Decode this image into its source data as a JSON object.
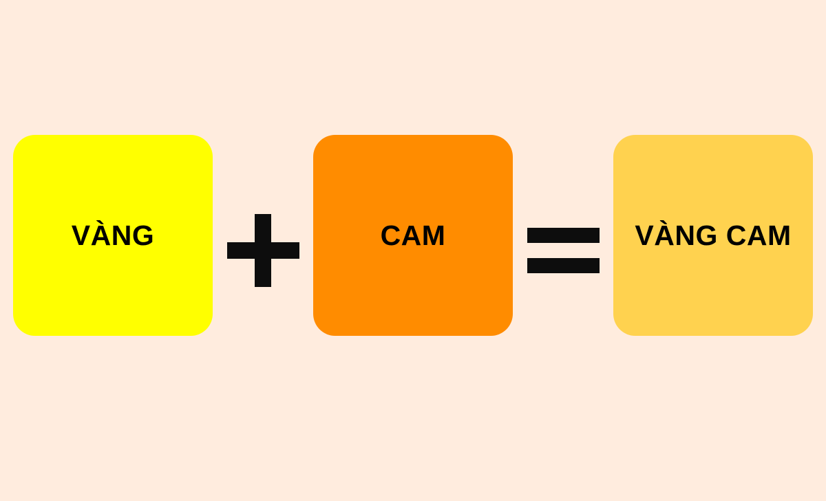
{
  "background_color": "#ffecde",
  "operator_color": "#0d0d0d",
  "swatches": [
    {
      "label": "VÀNG",
      "color": "#ffff00"
    },
    {
      "label": "CAM",
      "color": "#ff8c00"
    },
    {
      "label": "VÀNG CAM",
      "color": "#ffd24f"
    }
  ],
  "operators": [
    "plus",
    "equals"
  ]
}
